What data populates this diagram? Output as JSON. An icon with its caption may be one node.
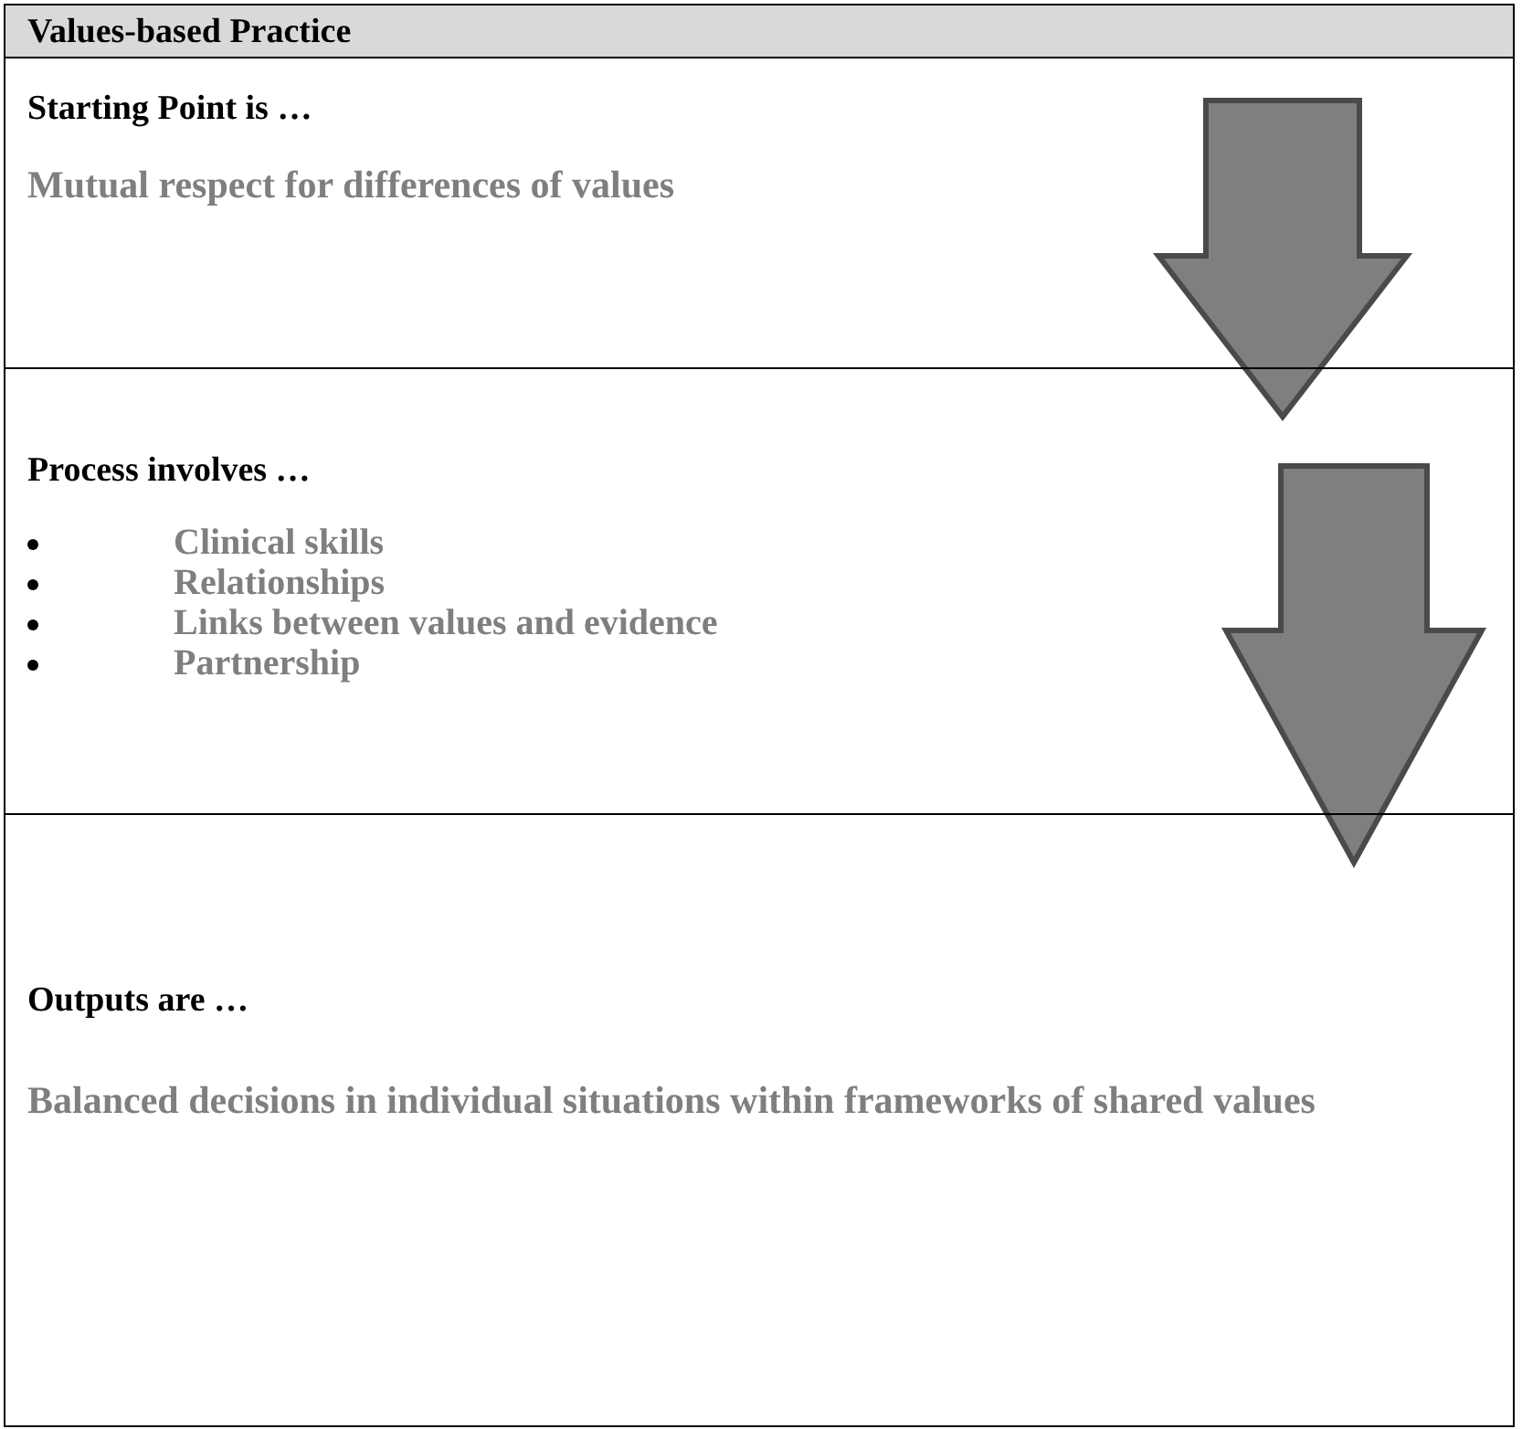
{
  "diagram": {
    "title": "Values-based Practice",
    "nodes": [
      {
        "text": [
          "Starting Point is …",
          "Mutual respect for differences of values"
        ]
      },
      {
        "text": [
          "Process involves …",
          "Clinical skills",
          "Relationships",
          "Links between values and evidence",
          "Partnership"
        ]
      },
      {
        "text": [
          "Outputs are …",
          "Balanced decisions in individual situations within frameworks of shared values"
        ]
      }
    ],
    "edges": [
      {
        "from": 0,
        "to": 1,
        "arrow": "to"
      },
      {
        "from": 1,
        "to": 2,
        "arrow": "to"
      }
    ]
  }
}
